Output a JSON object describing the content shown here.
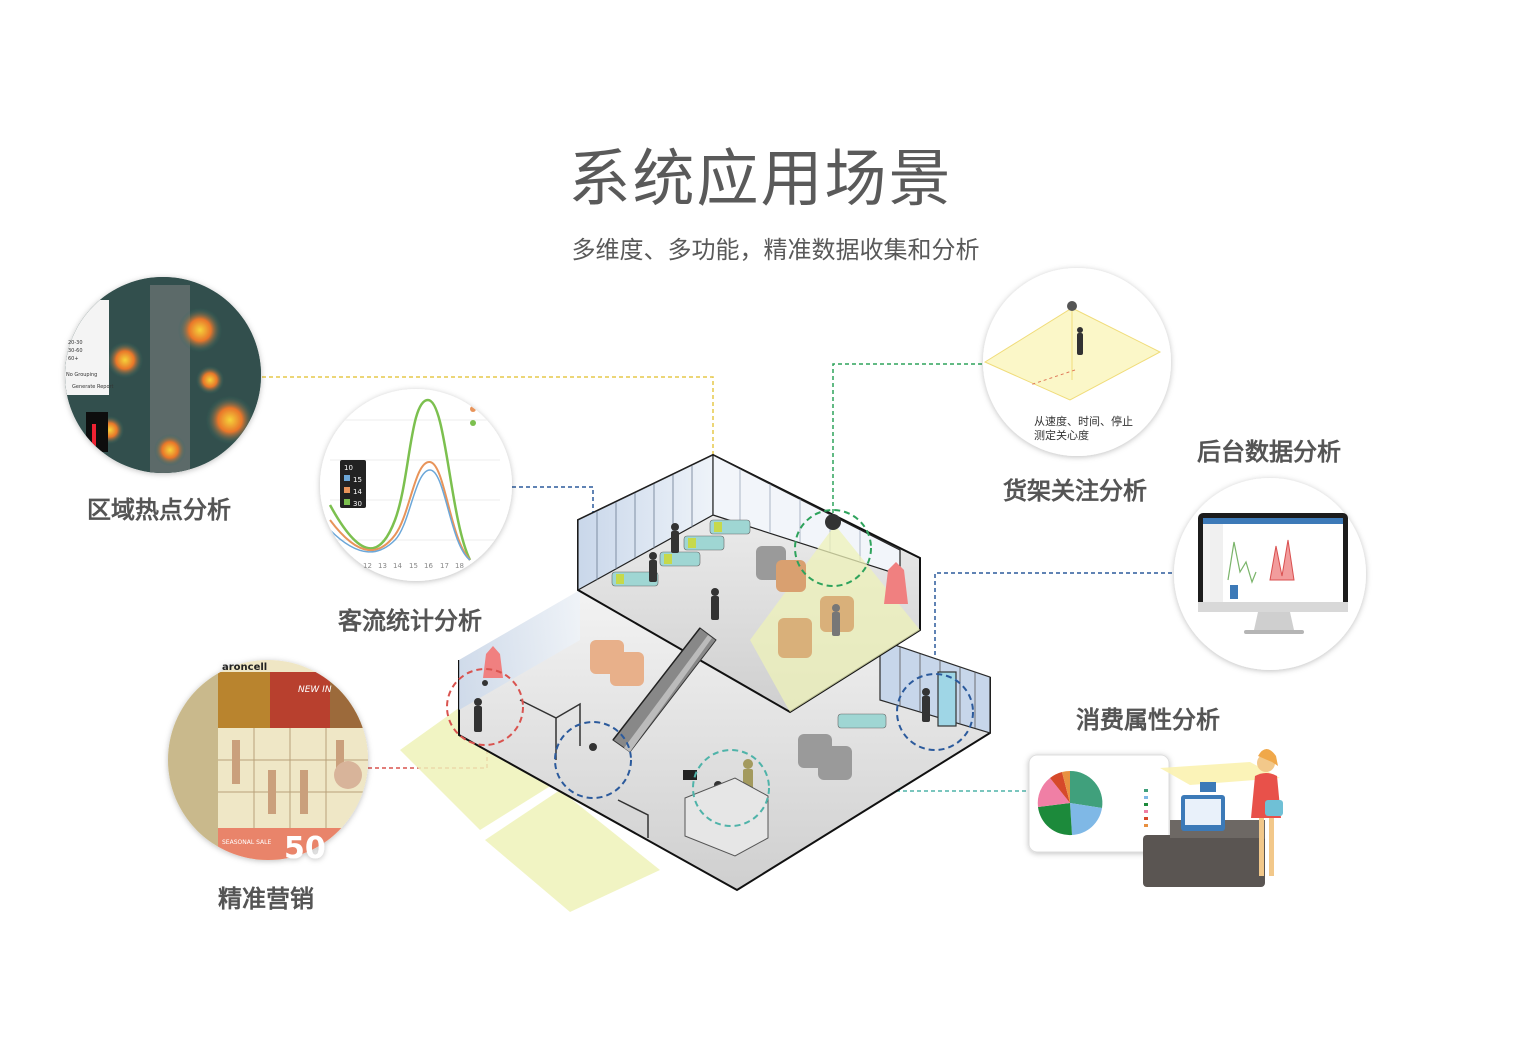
{
  "header": {
    "title": "系统应用场景",
    "subtitle": "多维度、多功能，精准数据收集和分析"
  },
  "scenarios": {
    "heatmap": "区域热点分析",
    "traffic": "客流统计分析",
    "marketing": "精准营销",
    "shelf": "货架关注分析",
    "backend": "后台数据分析",
    "consumer": "消费属性分析"
  },
  "shelf_caption": {
    "line1": "从速度、时间、停止",
    "line2": "测定关心度"
  },
  "heatmap_panel": {
    "options": [
      "20-30",
      "30-60",
      "60+"
    ],
    "grouping": "No Grouping",
    "button": "Generate Report"
  },
  "traffic_chart": {
    "legend": [
      "10",
      "15",
      "14",
      "30"
    ],
    "ticks": [
      "12",
      "13",
      "14",
      "15",
      "16",
      "17",
      "18"
    ]
  },
  "marketing_panel": {
    "brand": "aroncell",
    "banner": "NEW IN",
    "sale": "SEASONAL SALE",
    "big": "50"
  },
  "colors": {
    "yellow_line": "#e6c84a",
    "green_line": "#2ea35c",
    "blue_line": "#2b5a9c",
    "red_line": "#d9534f",
    "teal_line": "#4fb3a9",
    "floor_light": "#f4f6c8"
  }
}
